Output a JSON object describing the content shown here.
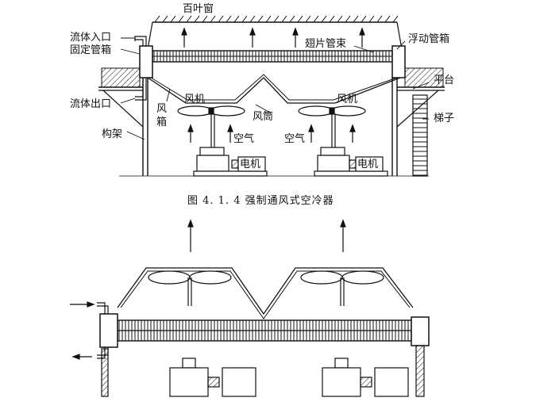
{
  "top_diagram": {
    "labels": {
      "louver": "百叶窗",
      "fluid_inlet": "流体入口",
      "fixed_header": "固定管箱",
      "finned_tube_bundle": "翅片管束",
      "floating_header": "浮动管箱",
      "platform": "平台",
      "fluid_outlet": "流体出口",
      "plenum_line1": "风",
      "plenum_line2": "箱",
      "fan_left": "风机",
      "fan_right": "风机",
      "fan_ring": "风筒",
      "ladder": "梯子",
      "frame": "构架",
      "air_left": "空气",
      "air_right": "空气",
      "motor_left": "电机",
      "motor_right": "电机"
    }
  },
  "caption": "图 4. 1. 4    强制通风式空冷器",
  "stroke_color": "#111111",
  "background_color": "#ffffff"
}
